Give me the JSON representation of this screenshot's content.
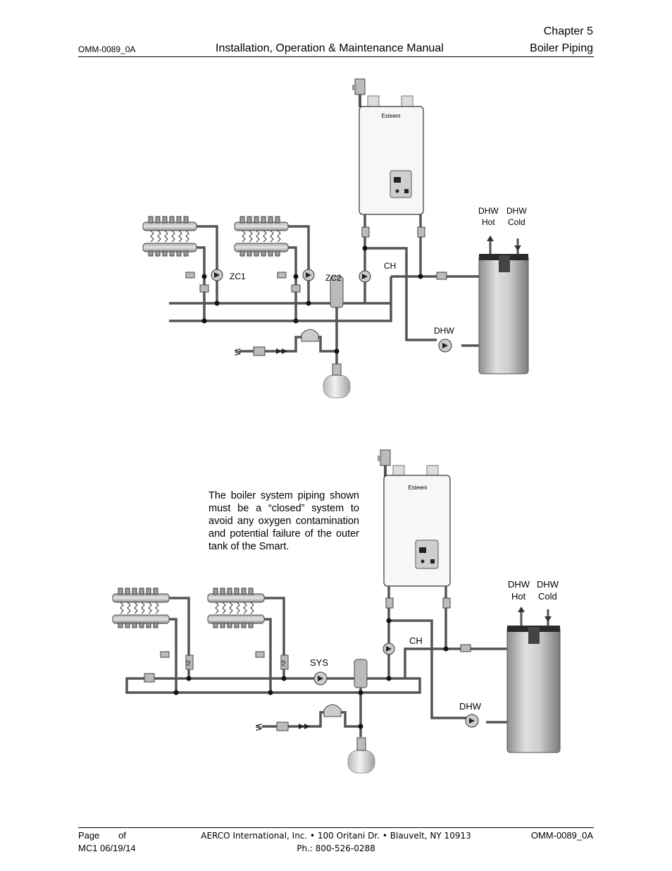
{
  "header": {
    "doc_number": "OMM-0089_0A",
    "title": "Installation, Operation & Maintenance Manual",
    "chapter": "Chapter 5",
    "section": "Boiler Piping"
  },
  "diagram_top": {
    "boiler_brand": "Esteem",
    "labels": {
      "zc1": "ZC1",
      "zc2": "ZC2",
      "ch": "CH",
      "dhw": "DHW",
      "dhw_hot": [
        "DHW",
        "Hot"
      ],
      "dhw_cold": [
        "DHW",
        "Cold"
      ]
    }
  },
  "diagram_bottom": {
    "boiler_brand": "Esteem",
    "labels": {
      "sys": "SYS",
      "ch": "CH",
      "dhw": "DHW",
      "dhw_hot": [
        "DHW",
        "Hot"
      ],
      "dhw_cold": [
        "DHW",
        "Cold"
      ],
      "zv": "ZV"
    }
  },
  "note": "The boiler system piping shown must be a “closed” system to avoid any oxygen contamination and potential failure of the outer tank of the Smart.",
  "footer": {
    "page_label": "Page",
    "of_label": "of",
    "revision": "MC1 06/19/14",
    "company_line": "AERCO International, Inc. • 100 Oritani Dr. •  Blauvelt, NY 10913",
    "phone": "Ph.: 800-526-0288",
    "doc_number": "OMM-0089_0A"
  }
}
